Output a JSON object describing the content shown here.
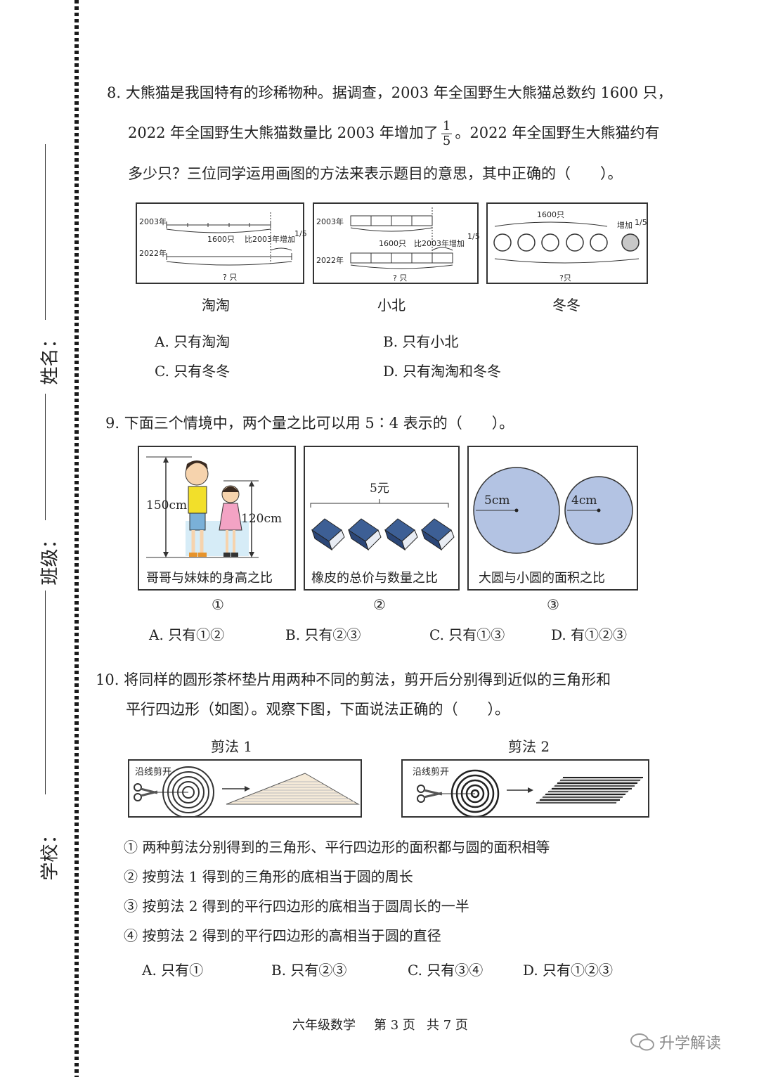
{
  "margin": {
    "name_label": "姓名：",
    "class_label": "班级：",
    "school_label": "学校："
  },
  "q8": {
    "line1": "8. 大熊猫是我国特有的珍稀物种。据调查，2003 年全国野生大熊猫总数约 1600 只，",
    "line2a": "2022 年全国野生大熊猫数量比 2003 年增加了",
    "frac_num": "1",
    "frac_den": "5",
    "line2b": "。2022 年全国野生大熊猫约有",
    "line3": "多少只？三位同学运用画图的方法来表示题目的意思，其中正确的（　　）。",
    "fig1": {
      "y2003": "2003年",
      "y2022": "2022年",
      "total": "1600只",
      "extra": "比2003年增加",
      "frac": "1/5",
      "ans": "? 只"
    },
    "fig2": {
      "y2003": "2003年",
      "y2022": "2022年",
      "total": "1600只",
      "extra": "比2003年增加",
      "frac": "1/5",
      "ans": "? 只"
    },
    "fig3": {
      "total": "1600只",
      "extra": "增加",
      "frac": "1/5",
      "ans": "?只"
    },
    "captions": [
      "淘淘",
      "小北",
      "冬冬"
    ],
    "options": [
      "A. 只有淘淘",
      "B. 只有小北",
      "C. 只有冬冬",
      "D. 只有淘淘和冬冬"
    ]
  },
  "q9": {
    "stem": "9. 下面三个情境中，两个量之比可以用 5∶4 表示的（　　）。",
    "p1": {
      "h1": "150cm",
      "h2": "120cm",
      "caption": "哥哥与妹妹的身高之比"
    },
    "p2": {
      "price": "5元",
      "caption": "橡皮的总价与数量之比"
    },
    "p3": {
      "r1": "5cm",
      "r2": "4cm",
      "caption": "大圆与小圆的面积之比"
    },
    "nums": [
      "①",
      "②",
      "③"
    ],
    "options": [
      "A. 只有①②",
      "B. 只有②③",
      "C. 只有①③",
      "D. 有①②③"
    ],
    "colors": {
      "circle_fill": "#b3c3e3",
      "circle_stroke": "#333333"
    }
  },
  "q10": {
    "line1": "10.  将同样的圆形茶杯垫片用两种不同的剪法，剪开后分别得到近似的三角形和",
    "line2": "平行四边形（如图）。观察下图，下面说法正确的（　　）。",
    "cut1": "剪法 1",
    "cut2": "剪法 2",
    "along": "沿线剪开",
    "statements": [
      "① 两种剪法分别得到的三角形、平行四边形的面积都与圆的面积相等",
      "② 按剪法 1 得到的三角形的底相当于圆的周长",
      "③ 按剪法 2 得到的平行四边形的底相当于圆周长的一半",
      "④ 按剪法 2 得到的平行四边形的高相当于圆的直径"
    ],
    "options": [
      "A. 只有①",
      "B. 只有②③",
      "C. 只有③④",
      "D. 只有①②③"
    ]
  },
  "footer": {
    "subject": "六年级数学",
    "page": "第 3 页",
    "total": "共 7 页"
  },
  "watermark": "升学解读"
}
